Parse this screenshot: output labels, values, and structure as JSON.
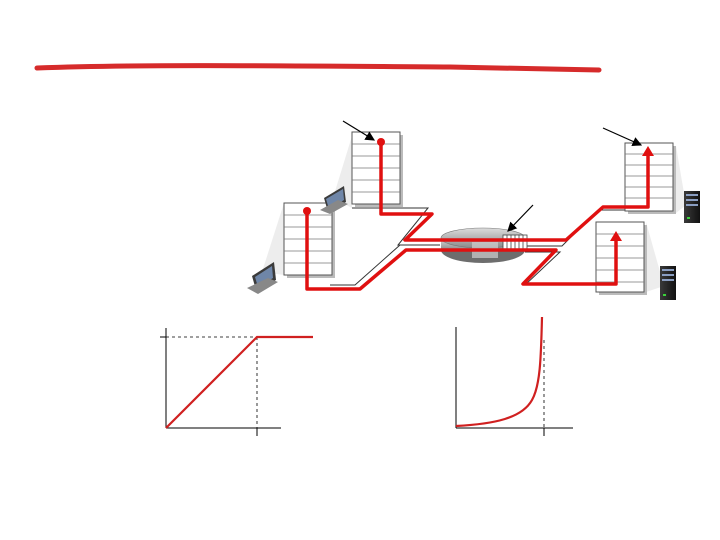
{
  "diagram": {
    "title_underline_color": "#d62b2b",
    "flow_color": "#e01010",
    "link_outline_color": "#333333",
    "device_icons": [
      "laptop-icon",
      "laptop-icon",
      "router-icon",
      "server-icon",
      "server-icon"
    ],
    "queue_slots": 6
  },
  "plots": {
    "throughput": {
      "type": "line",
      "shape": "linear-then-saturates",
      "reference_lines": "dashed"
    },
    "delay": {
      "type": "line",
      "shape": "rises-sharply-near-capacity",
      "reference_lines": "dashed"
    }
  }
}
